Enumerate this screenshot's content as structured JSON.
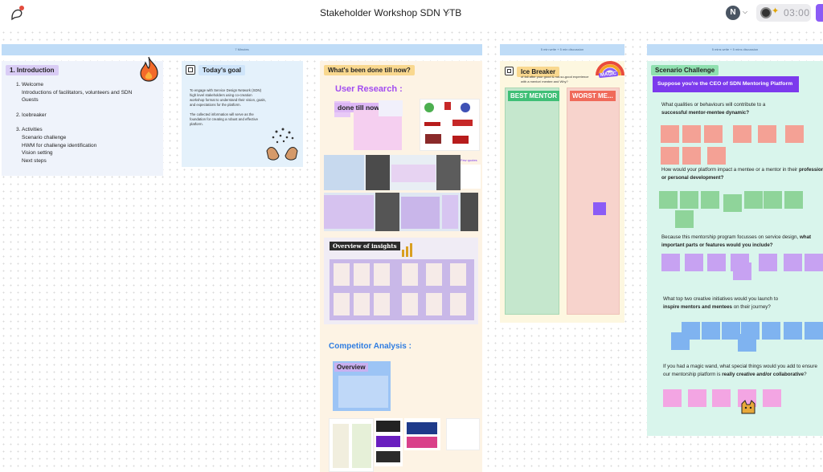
{
  "header": {
    "title": "Stakeholder Workshop SDN YTB",
    "avatar_initial": "N",
    "timer": "03:00"
  },
  "timing": {
    "bar1": "7 Minutes",
    "bar2": "5 min write + 5 min discussion",
    "bar3": "5 mins write + 5 mins discussion"
  },
  "intro": {
    "title": "1. Introduction",
    "items": [
      "Welcome",
      "Introductions of facilitators, volunteers and SDN Guests",
      "Icebreaker",
      "Activities",
      "Scenario challenge",
      "HWM for challenge identification",
      "Vision setting",
      "Next steps"
    ],
    "numbers": [
      "1.",
      "2.",
      "3."
    ]
  },
  "goal": {
    "title": "Today's goal",
    "para1": "To engage with Service Design Network (SDN) high level stakeholders using co-creation workshop format to understand their vision, goals, and expectations for the platform.",
    "para2": "The collected information will serve as the foundation for creating a robust and effective platform."
  },
  "progress": {
    "title": "What's been done till now?",
    "research_heading": "User Research :",
    "done_label": "done till now:",
    "insights_label": "Overview of insights",
    "competitor_heading": "Competitor Analysis :",
    "overview_label": "Overview",
    "few_quotes": "Few quotes"
  },
  "icebreaker": {
    "title": "Ice Breaker",
    "prompt": "of fail after your good & not-so-good experience with a mentor/ mentee and Why?",
    "magic": "MAGIC",
    "best": "BEST MENTOR",
    "worst": "WORST ME..."
  },
  "scenario": {
    "title": "Scenario Challenge",
    "banner": "Suppose you're the CEO of SDN Mentoring Platform",
    "q1_plain": "What qualities or behaviours will contribute to a",
    "q1_bold": "successful mentor-mentee dynamic?",
    "q2_plain": "How would your platform impact a mentee or a mentor in their",
    "q2_bold": "professional or personal development?",
    "q3_plain": "Because this mentorship program focusses on service design,",
    "q3_bold": "what important parts or features would you include?",
    "q4_plain": "What top two creative initiatives would you launch to",
    "q4_bold": "inspire mentors and mentees",
    "q4_tail": "on their journey?",
    "q5_plain": "If you had a magic wand, what special things would you add to ensure our mentorship platform is",
    "q5_bold": "really creative and/or collaborative",
    "q5_tail": "?"
  },
  "colors": {
    "timing_bar": "#bfdcf7",
    "intro_bg": "#eff3fb",
    "goal_bg": "#e4f1fb",
    "progress_bg": "#fdf3e4",
    "icebreaker_bg": "#fdf7e0",
    "scenario_bg": "#d9f5ec",
    "best_header": "#3fbf76",
    "worst_header": "#f06a5a",
    "banner": "#7c3aed",
    "accent_blue": "#2f7de1"
  },
  "icons": [
    "brand-notification-icon",
    "chevron-down-icon",
    "timer-icon",
    "fire-icon",
    "hands-icon",
    "magic-rainbow-icon",
    "frame-icon"
  ]
}
